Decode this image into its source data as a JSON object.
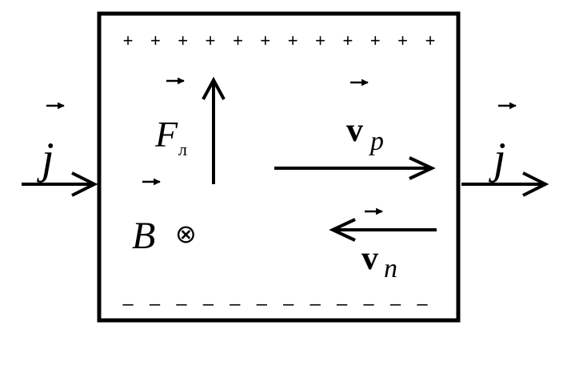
{
  "current_density": {
    "symbol": "j"
  },
  "lorentz_force": {
    "symbol": "F",
    "subscript": "л"
  },
  "magnetic_field": {
    "symbol": "B",
    "direction_glyph": "⊗"
  },
  "hole_velocity": {
    "symbol": "v",
    "subscript": "p"
  },
  "electron_velocity": {
    "symbol": "v",
    "subscript": "n"
  },
  "top_charges": {
    "glyph": "+",
    "count": 12
  },
  "bottom_charges": {
    "glyph": "–",
    "count": 12
  },
  "colors": {
    "ink": "#000000",
    "background": "#ffffff"
  }
}
